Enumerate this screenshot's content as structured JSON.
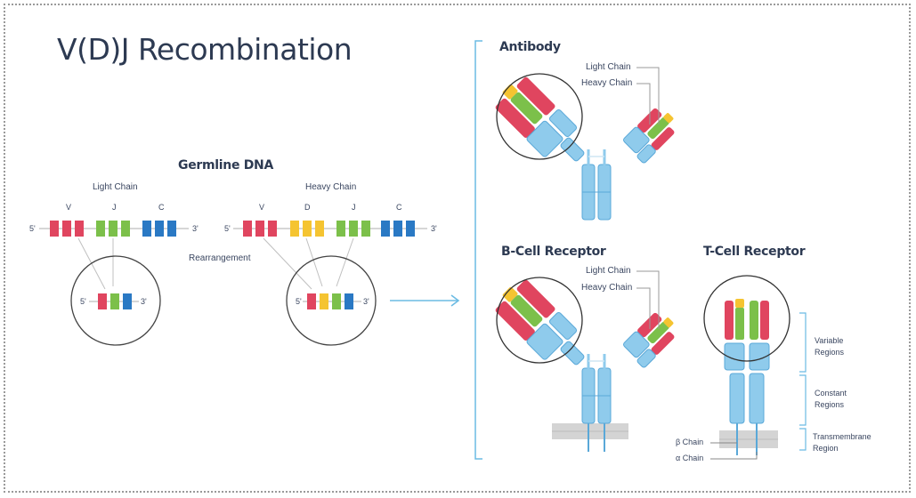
{
  "title": "V(D)J Recombination",
  "germline": {
    "heading": "Germline DNA",
    "light_chain": {
      "label": "Light Chain",
      "segments": [
        "V",
        "J",
        "C"
      ],
      "end5": "5'",
      "end3": "3'"
    },
    "heavy_chain": {
      "label": "Heavy Chain",
      "segments": [
        "V",
        "D",
        "J",
        "C"
      ],
      "end5": "5'",
      "end3": "3'"
    },
    "rearrangement_label": "Rearrangement",
    "light_recombined": {
      "end5": "5'",
      "end3": "3'"
    },
    "heavy_recombined": {
      "end5": "5'",
      "end3": "3'"
    }
  },
  "antibody": {
    "heading": "Antibody",
    "light_chain_label": "Light Chain",
    "heavy_chain_label": "Heavy Chain"
  },
  "bcell": {
    "heading": "B-Cell Receptor",
    "light_chain_label": "Light Chain",
    "heavy_chain_label": "Heavy Chain"
  },
  "tcell": {
    "heading": "T-Cell Receptor",
    "variable_line1": "Variable",
    "variable_line2": "Regions",
    "constant_line1": "Constant",
    "constant_line2": "Regions",
    "transmembrane_line1": "Transmembrane",
    "transmembrane_line2": "Region",
    "beta_chain": "β Chain",
    "alpha_chain": "α Chain"
  },
  "colors": {
    "v_segment": "#e0455f",
    "d_segment": "#f5c431",
    "j_segment": "#7cc04a",
    "c_segment": "#2a79c4",
    "constant_domain": "#8fcbec",
    "constant_domain_border": "#5aa8d8",
    "dna_line": "#c8c8c8",
    "arrow": "#6bbbe3",
    "text": "#2d3a52",
    "membrane": "#d4d4d4"
  }
}
